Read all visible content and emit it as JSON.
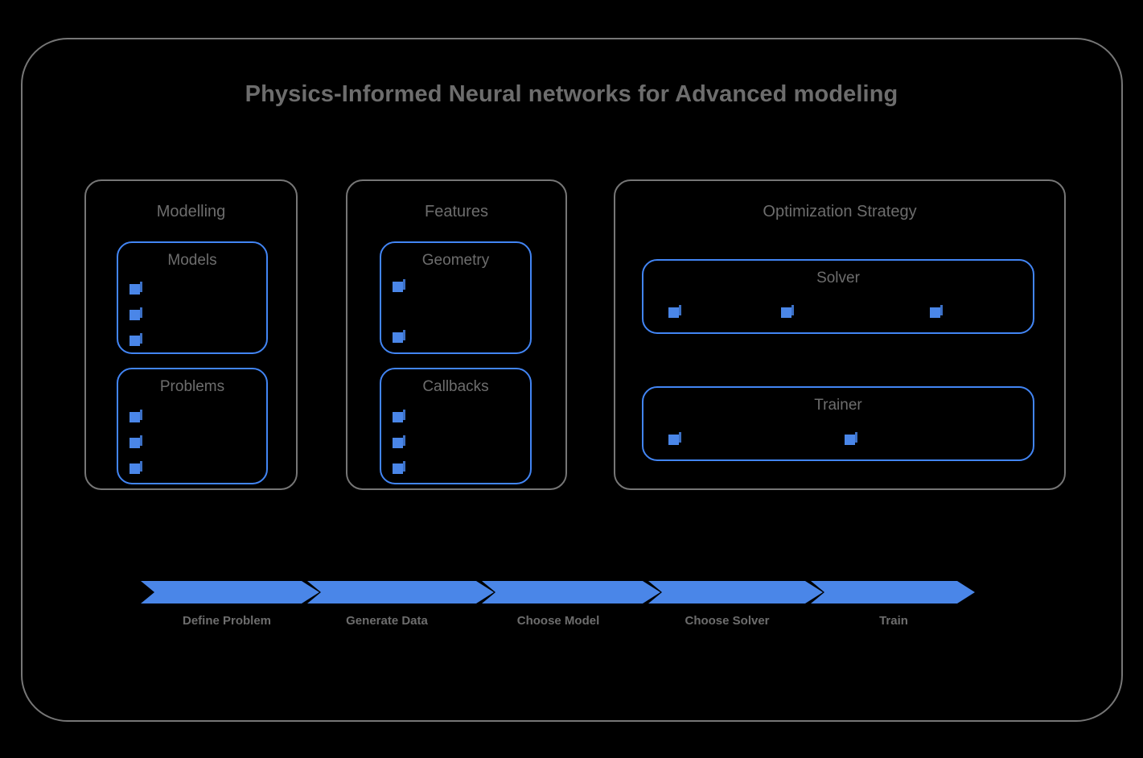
{
  "diagram": {
    "title": "Physics-Informed Neural networks for Advanced modeling",
    "colors": {
      "background": "#000000",
      "frame_border": "#767676",
      "text": "#6d6d6d",
      "accent_blue": "#4285f4",
      "cube_blue": "#4a86e8"
    }
  },
  "groups": [
    {
      "id": "modelling",
      "label": "Modelling",
      "boxes": [
        {
          "id": "models",
          "label": "Models",
          "bullets": 3
        },
        {
          "id": "problems",
          "label": "Problems",
          "bullets": 3
        }
      ]
    },
    {
      "id": "features",
      "label": "Features",
      "boxes": [
        {
          "id": "geometry",
          "label": "Geometry",
          "bullets": 2
        },
        {
          "id": "callbacks",
          "label": "Callbacks",
          "bullets": 3
        }
      ]
    },
    {
      "id": "optimization",
      "label": "Optimization Strategy",
      "boxes": [
        {
          "id": "solver",
          "label": "Solver",
          "bullets": 3
        },
        {
          "id": "trainer",
          "label": "Trainer",
          "bullets": 2
        }
      ]
    }
  ],
  "pipeline": {
    "stages": [
      {
        "label": "Define Problem"
      },
      {
        "label": "Generate Data"
      },
      {
        "label": "Choose Model"
      },
      {
        "label": "Choose Solver"
      },
      {
        "label": "Train"
      }
    ]
  }
}
